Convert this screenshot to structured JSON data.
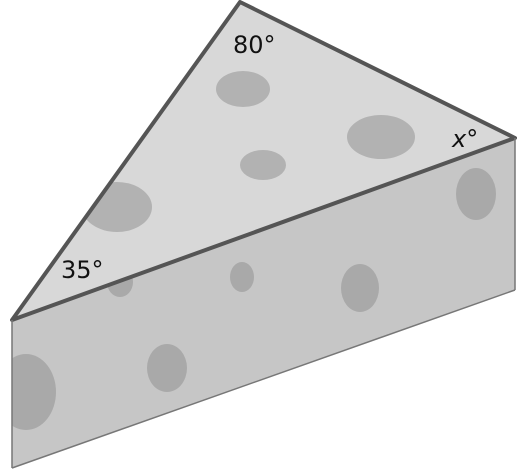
{
  "diagram": {
    "angles": {
      "top": "80°",
      "left": "35°",
      "right": "x°"
    },
    "colors": {
      "top_face": "#d8d8d8",
      "side_face": "#c6c6c6",
      "holes": "#a9a9a9",
      "outline": "#555555"
    }
  }
}
